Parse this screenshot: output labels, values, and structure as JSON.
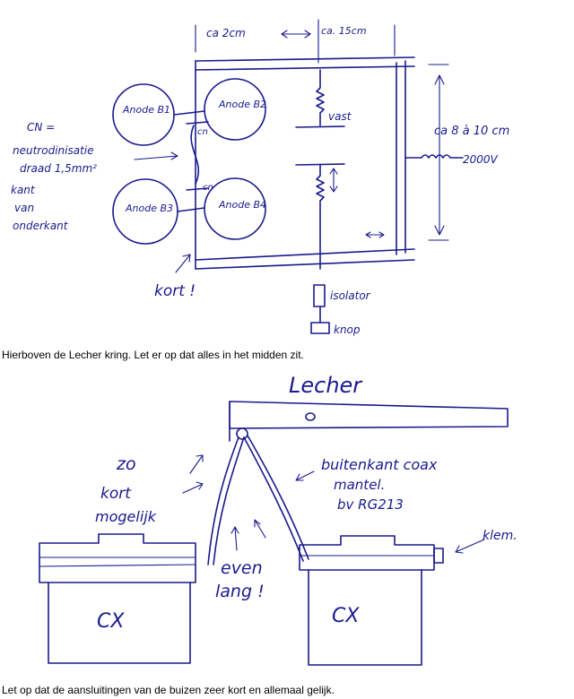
{
  "top_diagram": {
    "dim_top_left": "ca 2cm",
    "dim_top_right": "ca. 15cm",
    "anode_b1": "Anode B1",
    "anode_b2": "Anode B2",
    "anode_b3": "Anode B3",
    "anode_b4": "Anode B4",
    "cn_label_1": "cn",
    "cn_label_2": "cn",
    "cn_note_lines": [
      "CN =",
      "neutrodinisatie",
      "draad 1,5mm²",
      "kant",
      "van",
      "onderkant"
    ],
    "kort_label": "kort !",
    "vast_label": "vast",
    "side_dim": "ca 8 à 10 cm",
    "voltage_label": "2000V",
    "isolator_label": "isolator",
    "knop_label": "knop"
  },
  "caption_top": "Hierboven de Lecher kring. Let er op dat alles in het midden zit.",
  "bottom_diagram": {
    "lecher_label": "Lecher",
    "zo_kort_lines": [
      "zo",
      "kort",
      "mogelijk"
    ],
    "buitenkant_lines": [
      "buitenkant coax",
      "mantel.",
      "bv RG213"
    ],
    "klem_label": "klem.",
    "even_lang_lines": [
      "even",
      "lang !"
    ],
    "tube_left": "CX",
    "tube_right": "CX"
  },
  "caption_bottom": "Let op dat de aansluitingen van de buizen zeer kort en allemaal gelijk."
}
